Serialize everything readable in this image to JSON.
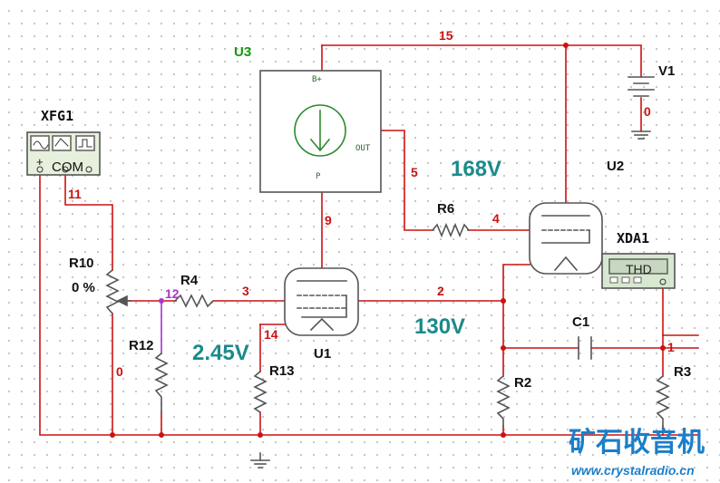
{
  "components": {
    "u3": "U3",
    "u3_bplus": "B+",
    "u3_out": "OUT",
    "u3_p": "P",
    "v1": "V1",
    "u2": "U2",
    "u1": "U1",
    "xfg1": "XFG1",
    "xfg1_com": "COM",
    "xfg1_plus": "+",
    "xda1": "XDA1",
    "xda1_mode": "THD",
    "r10": "R10",
    "r10_pct": "0 %",
    "r4": "R4",
    "r6": "R6",
    "r12": "R12",
    "r13": "R13",
    "r2": "R2",
    "r3": "R3",
    "c1": "C1"
  },
  "nets": {
    "n15": "15",
    "n0a": "0",
    "n5": "5",
    "n9": "9",
    "n4": "4",
    "n11": "11",
    "n12": "12",
    "n3": "3",
    "n2": "2",
    "n14": "14",
    "n1": "1",
    "n0b": "0"
  },
  "voltages": {
    "plate_u2": "168V",
    "plate_u1": "130V",
    "cathode_u1": "2.45V"
  },
  "watermark": {
    "title": "矿石收音机",
    "url": "www.crystalradio.cn"
  },
  "colors": {
    "wire": "#cc1111",
    "net_label": "#cc1111",
    "voltage": "#1c8a8a",
    "net12": "#aa33cc",
    "ic_label": "#119911",
    "watermark": "#1b7fc9"
  }
}
